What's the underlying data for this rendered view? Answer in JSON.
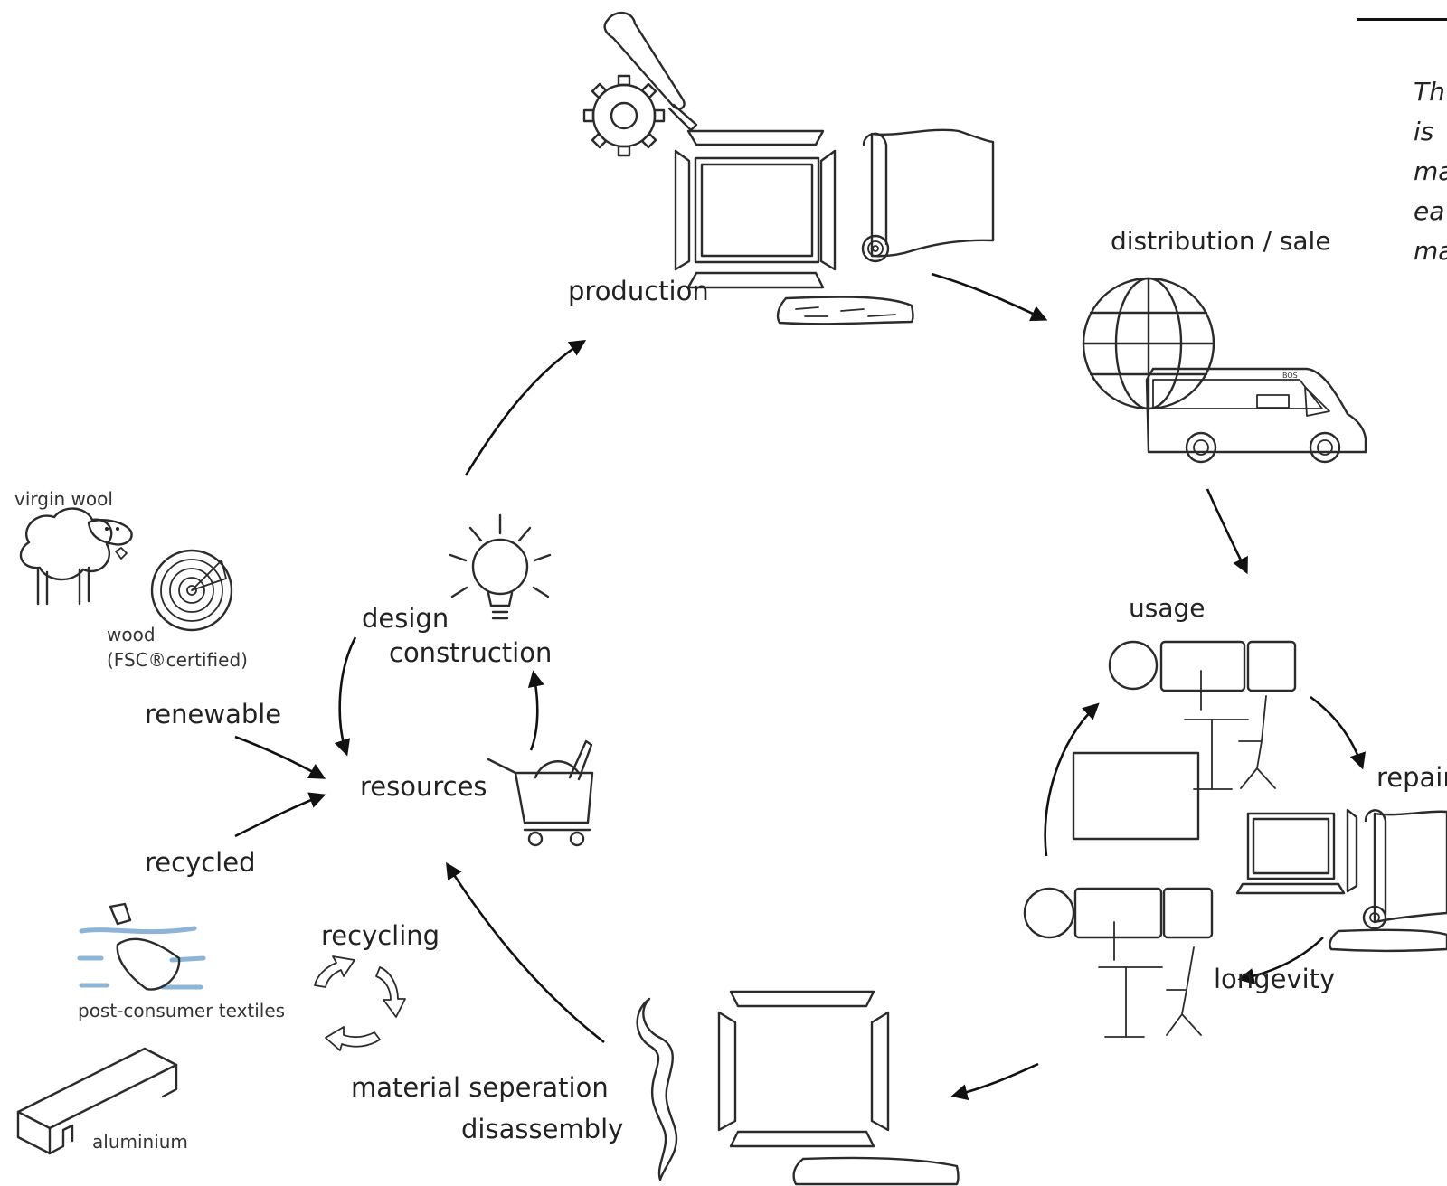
{
  "stages": {
    "production": "production",
    "distribution": "distribution / sale",
    "usage": "usage",
    "repair": "repair",
    "longevity": "longevity",
    "disassembly_line1": "material seperation",
    "disassembly_line2": "disassembly",
    "resources": "resources",
    "design_line1": "design",
    "design_line2": "construction",
    "recycling": "recycling"
  },
  "inputs": {
    "renewable": "renewable",
    "recycled": "recycled"
  },
  "materials": {
    "virgin_wool": "virgin wool",
    "wood_line1": "wood",
    "wood_line2": "(FSC®certified)",
    "post_consumer": "post-consumer textiles",
    "aluminium": "aluminium"
  },
  "side_text": {
    "lines": [
      "Th",
      "is ",
      "ma",
      "ea",
      "ma"
    ]
  },
  "van_logo": "BOS",
  "colors": {
    "fabric_green": "#e6efe4",
    "bulb_yellow": "#fdf6d4",
    "screen_blue": "#dce9f7",
    "panel_cream": "#fbf8e8",
    "felt_blue": "#d5e6f3",
    "recycle_green": "#c9ddc4"
  }
}
